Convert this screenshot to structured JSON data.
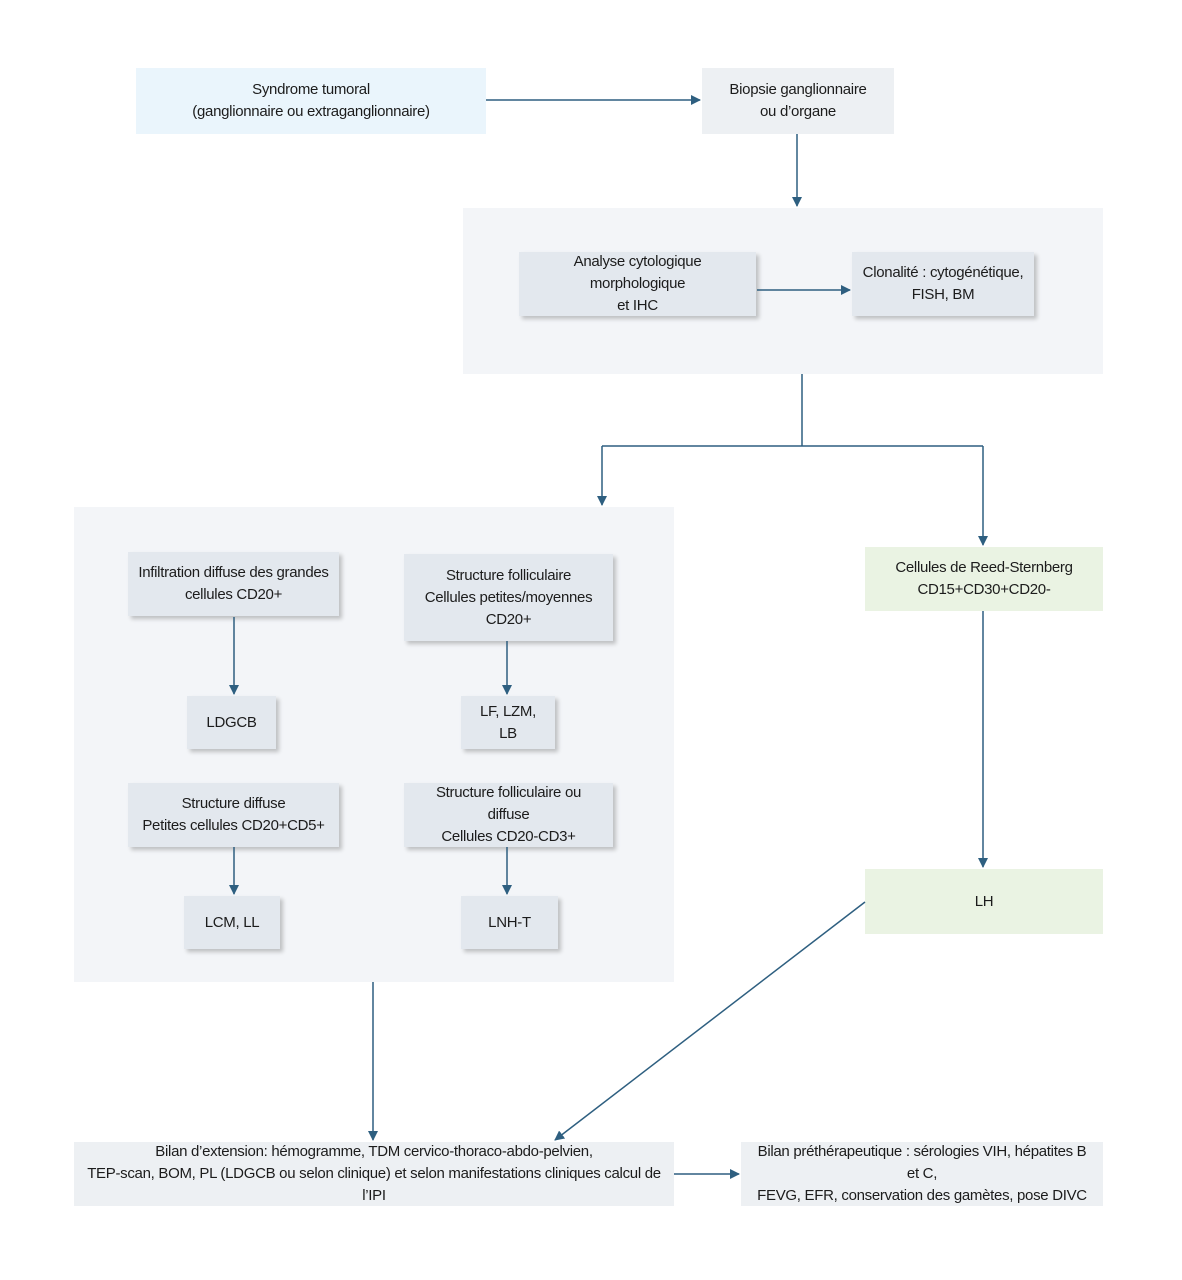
{
  "colors": {
    "arrow": "#2e5f80"
  },
  "nodes": {
    "syndrome": "Syndrome tumoral\n(ganglionnaire ou extraganglionnaire)",
    "biopsie": "Biopsie ganglionnaire\nou d’organe",
    "analyse": "Analyse cytologique morphologique\net IHC",
    "clonalite": "Clonalité : cytogénétique,\nFISH, BM",
    "infiltration": "Infiltration diffuse des grandes\ncellules CD20+",
    "folliculaire": "Structure folliculaire\nCellules petites/moyennes\nCD20+",
    "ldgcb": "LDGCB",
    "lf": "LF, LZM, LB",
    "diffuse": "Structure diffuse\nPetites cellules CD20+CD5+",
    "follic_diffuse": "Structure folliculaire ou diffuse\nCellules CD20-CD3+",
    "lcm": "LCM, LL",
    "lnht": "LNH-T",
    "reed": "Cellules de Reed-Sternberg\nCD15+CD30+CD20-",
    "lh": "LH",
    "bilan_ext": "Bilan d’extension: hémogramme, TDM cervico-thoraco-abdo-pelvien,\nTEP-scan, BOM, PL (LDGCB ou selon clinique) et selon manifestations cliniques calcul de l’IPI",
    "bilan_pre": "Bilan préthérapeutique : sérologies VIH, hépatites B et C,\nFEVG, EFR, conservation des gamètes, pose DIVC"
  }
}
